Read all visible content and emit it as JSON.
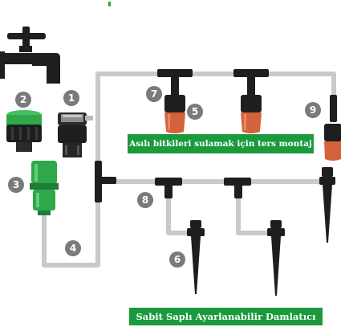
{
  "badges": [
    "1",
    "2",
    "3",
    "4",
    "5",
    "6",
    "7",
    "8",
    "9"
  ],
  "banners": {
    "top": "Asılı bitkileri sulamak için ters montaj",
    "bottom": "Sabit Saplı Ayarlanabilir Damlatıcı"
  },
  "colors": {
    "pipe": "#c9c9c9",
    "badge": "#7a7a7a",
    "banner": "#1a9a3c",
    "connector_green": "#2fa84a",
    "dripper_orange": "#d4623a",
    "part_black": "#1e1e1e"
  }
}
